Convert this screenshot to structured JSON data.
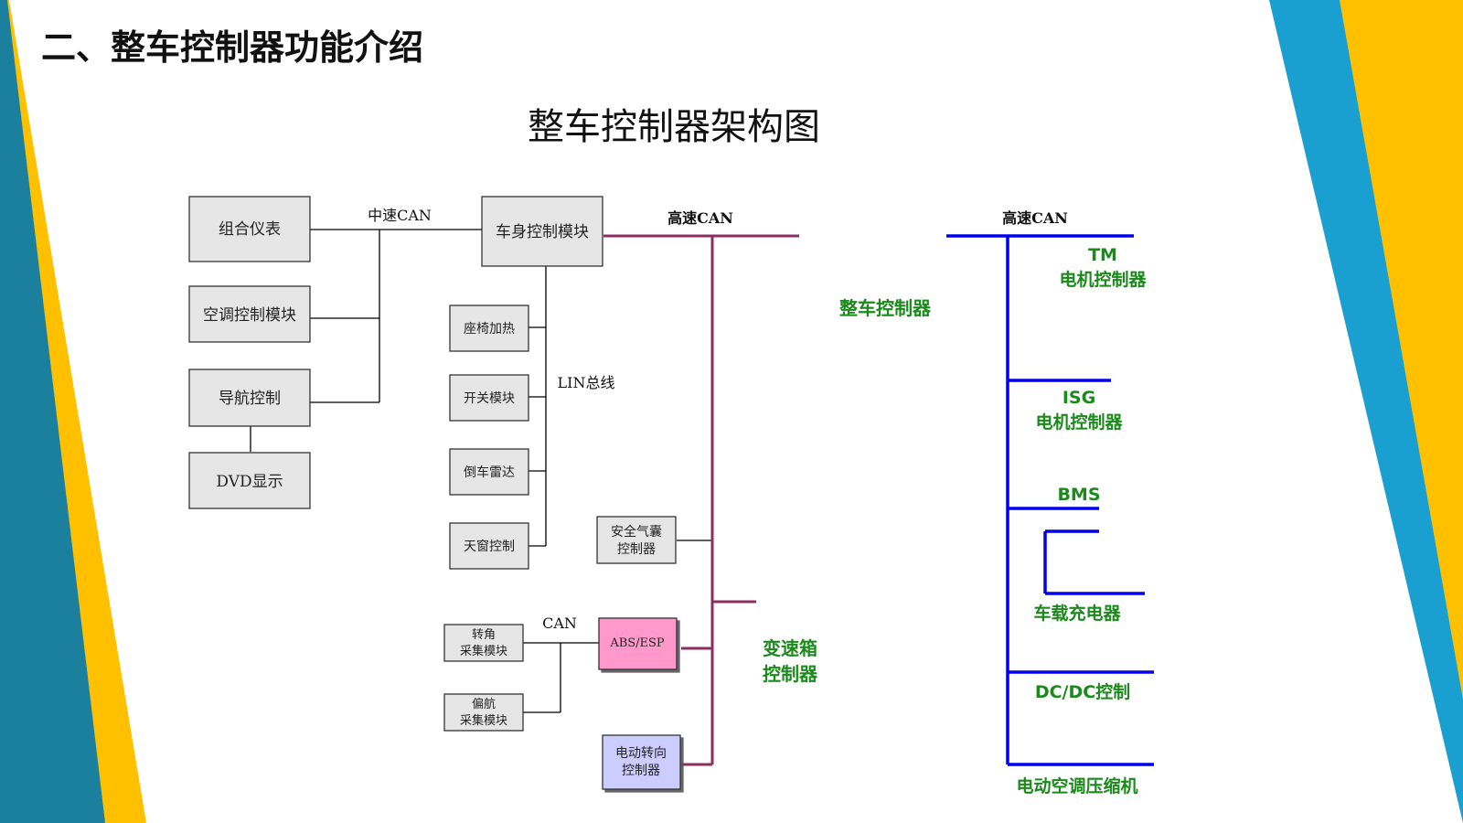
{
  "slide": {
    "heading": "二、整车控制器功能介绍",
    "diagram_title": "整车控制器架构图"
  },
  "colors": {
    "teal": "#1b7f9e",
    "blue": "#1aa0d0",
    "yellow": "#ffc000",
    "bus_purple": "#8a2e62",
    "bus_blue": "#0000ee",
    "green_text": "#1a8a1a",
    "box_gray": "#e6e6e6",
    "abs_pink": "#ff99cc",
    "eps_lavender": "#ccccff"
  },
  "left_diagram": {
    "boxes": {
      "combo_meter": "组合仪表",
      "ac_module": "空调控制模块",
      "nav_control": "导航控制",
      "dvd_display": "DVD显示",
      "body_control": "车身控制模块",
      "seat_heating": "座椅加热",
      "switch_module": "开关模块",
      "reverse_radar": "倒车雷达",
      "sunroof_control": "天窗控制",
      "airbag_line1": "安全气囊",
      "airbag_line2": "控制器",
      "steering_angle_line1": "转角",
      "steering_angle_line2": "采集模块",
      "yaw_line1": "偏航",
      "yaw_line2": "采集模块",
      "abs_esp": "ABS/ESP",
      "eps_line1": "电动转向",
      "eps_line2": "控制器"
    },
    "labels": {
      "mid_can": "中速CAN",
      "high_can": "高速CAN",
      "lin_bus": "LIN总线",
      "can": "CAN",
      "vcu": "整车控制器",
      "gearbox_line1": "变速箱",
      "gearbox_line2": "控制器"
    }
  },
  "right_diagram": {
    "bus_label": "高速CAN",
    "nodes": {
      "tm_line1": "TM",
      "tm_line2": "电机控制器",
      "isg_line1": "ISG",
      "isg_line2": "电机控制器",
      "bms": "BMS",
      "charger": "车载充电器",
      "dcdc": "DC/DC控制",
      "ac_compressor": "电动空调压缩机"
    }
  }
}
